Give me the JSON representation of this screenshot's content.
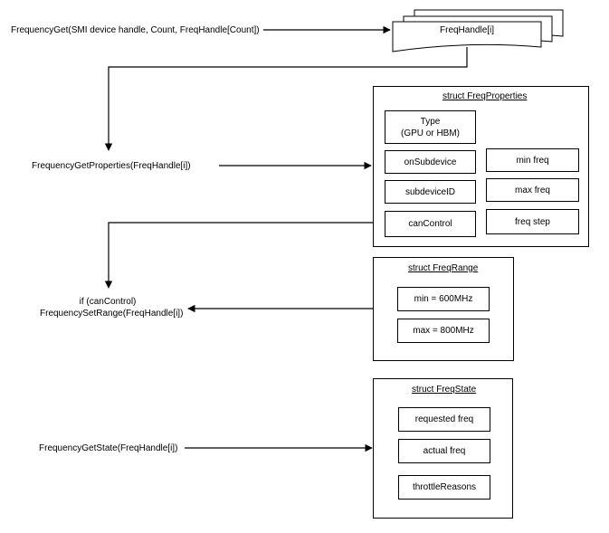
{
  "calls": {
    "get": "FrequencyGet(SMI device handle, Count, FreqHandle[Count])",
    "get_properties": "FrequencyGetProperties(FreqHandle[i])",
    "set_range_condition": "if (canControl)",
    "set_range": "FrequencySetRange(FreqHandle[i])",
    "get_state": "FrequencyGetState(FreqHandle[i])"
  },
  "handle": {
    "label": "FreqHandle[i]"
  },
  "freq_properties": {
    "title": "struct FreqProperties",
    "type_line1": "Type",
    "type_line2": "(GPU or HBM)",
    "on_subdevice": "onSubdevice",
    "subdevice_id": "subdeviceID",
    "can_control": "canControl",
    "min_freq": "min freq",
    "max_freq": "max freq",
    "freq_step": "freq step"
  },
  "freq_range": {
    "title": "struct FreqRange",
    "min": "min = 600MHz",
    "max": "max = 800MHz"
  },
  "freq_state": {
    "title": "struct FreqState",
    "requested": "requested freq",
    "actual": "actual freq",
    "throttle": "throttleReasons"
  }
}
